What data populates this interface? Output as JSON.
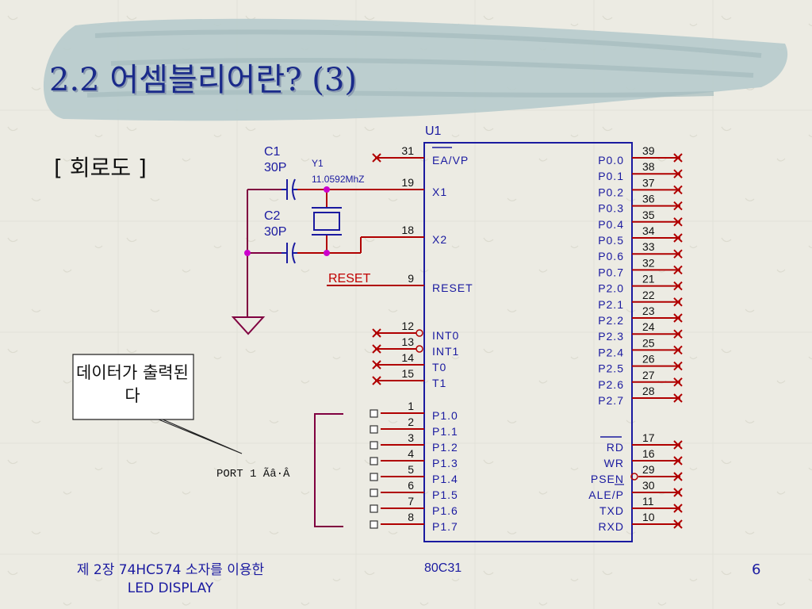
{
  "slide": {
    "title": "2.2 어셈블리어란? (3)",
    "subtitle": "[ 회로도 ]",
    "callout": "데이터가 출력된다",
    "footer_chapter": "제 2장 74HC574 소자를 이용한",
    "footer_topic": "LED DISPLAY",
    "page_number": "6"
  },
  "colors": {
    "title": "#1a2a8a",
    "wire": "#b00000",
    "chip_outline": "#1a1aa0",
    "junction": "#cc00cc",
    "ground_wire": "#800040",
    "footer": "#1a1aa0"
  },
  "schematic": {
    "chip_ref": "U1",
    "chip_part": "80C31",
    "c1_ref": "C1",
    "c1_value": "30P",
    "c2_ref": "C2",
    "c2_value": "30P",
    "crystal_ref": "Y1",
    "crystal_value": "11.0592MhZ",
    "reset_net": "RESET",
    "port_label": "PORT 1 Ãâ·Â",
    "left_pins": [
      {
        "num": "31",
        "name": "EA/VP"
      },
      {
        "num": "19",
        "name": "X1"
      },
      {
        "num": "18",
        "name": "X2"
      },
      {
        "num": "9",
        "name": "RESET"
      },
      {
        "num": "12",
        "name": "INT0"
      },
      {
        "num": "13",
        "name": "INT1"
      },
      {
        "num": "14",
        "name": "T0"
      },
      {
        "num": "15",
        "name": "T1"
      },
      {
        "num": "1",
        "name": "P1.0"
      },
      {
        "num": "2",
        "name": "P1.1"
      },
      {
        "num": "3",
        "name": "P1.2"
      },
      {
        "num": "4",
        "name": "P1.3"
      },
      {
        "num": "5",
        "name": "P1.4"
      },
      {
        "num": "6",
        "name": "P1.5"
      },
      {
        "num": "7",
        "name": "P1.6"
      },
      {
        "num": "8",
        "name": "P1.7"
      }
    ],
    "right_pins": [
      {
        "num": "39",
        "name": "P0.0"
      },
      {
        "num": "38",
        "name": "P0.1"
      },
      {
        "num": "37",
        "name": "P0.2"
      },
      {
        "num": "36",
        "name": "P0.3"
      },
      {
        "num": "35",
        "name": "P0.4"
      },
      {
        "num": "34",
        "name": "P0.5"
      },
      {
        "num": "33",
        "name": "P0.6"
      },
      {
        "num": "32",
        "name": "P0.7"
      },
      {
        "num": "21",
        "name": "P2.0"
      },
      {
        "num": "22",
        "name": "P2.1"
      },
      {
        "num": "23",
        "name": "P2.2"
      },
      {
        "num": "24",
        "name": "P2.3"
      },
      {
        "num": "25",
        "name": "P2.4"
      },
      {
        "num": "26",
        "name": "P2.5"
      },
      {
        "num": "27",
        "name": "P2.6"
      },
      {
        "num": "28",
        "name": "P2.7"
      },
      {
        "num": "17",
        "name": "RD"
      },
      {
        "num": "16",
        "name": "WR"
      },
      {
        "num": "29",
        "name": "PSEN"
      },
      {
        "num": "30",
        "name": "ALE/P"
      },
      {
        "num": "11",
        "name": "TXD"
      },
      {
        "num": "10",
        "name": "RXD"
      }
    ]
  }
}
